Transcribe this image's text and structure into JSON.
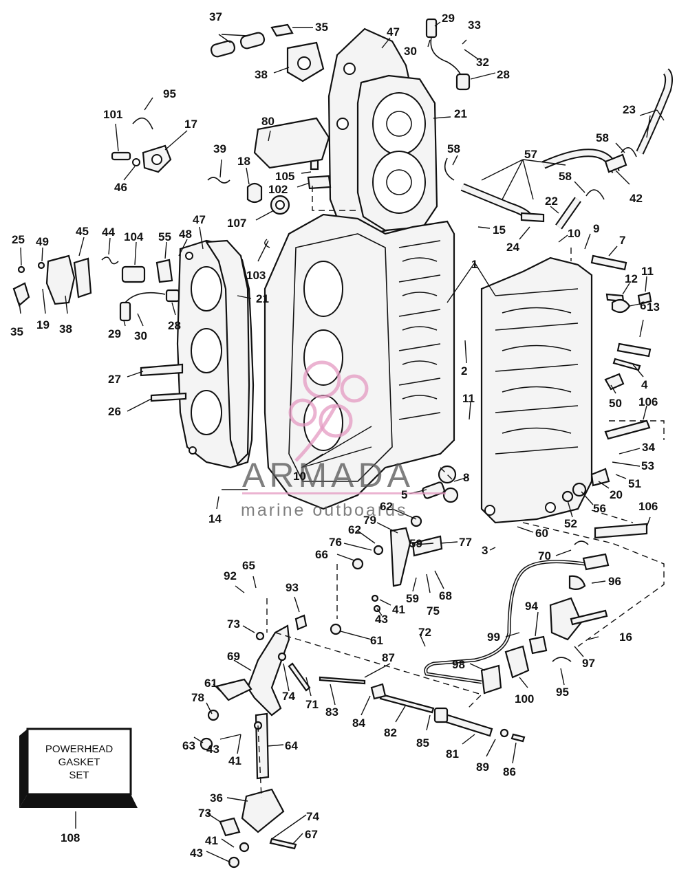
{
  "watermark": {
    "brand": "ARMADA",
    "tagline": "marine outboards",
    "logo_color": "#e49ac2"
  },
  "gasket_box": {
    "line1": "POWERHEAD",
    "line2": "GASKET",
    "line3": "SET"
  },
  "callouts": {
    "c37": "37",
    "c35a": "35",
    "c47a": "47",
    "c29a": "29",
    "c33": "33",
    "c30a": "30",
    "c32": "32",
    "c28a": "28",
    "c38a": "38",
    "c95a": "95",
    "c101": "101",
    "c17": "17",
    "c46": "46",
    "c80": "80",
    "c21a": "21",
    "c39": "39",
    "c18": "18",
    "c105": "105",
    "c102": "102",
    "c107": "107",
    "c23": "23",
    "c58a": "58",
    "c58b": "58",
    "c57": "57",
    "c58c": "58",
    "c42": "42",
    "c22": "22",
    "c15": "15",
    "c24": "24",
    "c10a": "10",
    "c9": "9",
    "c7": "7",
    "c25": "25",
    "c49": "49",
    "c45": "45",
    "c44": "44",
    "c104": "104",
    "c55": "55",
    "c48": "48",
    "c47b": "47",
    "c103": "103",
    "c1": "1",
    "c11a": "11",
    "c12": "12",
    "c35b": "35",
    "c19": "19",
    "c38b": "38",
    "c21b": "21",
    "c13": "13",
    "c29b": "29",
    "c30b": "30",
    "c28b": "28",
    "c6": "6",
    "c2": "2",
    "c27": "27",
    "c4": "4",
    "c11b": "11",
    "c50": "50",
    "c106a": "106",
    "c26": "26",
    "c34": "34",
    "c53": "53",
    "c51": "51",
    "c10b": "10",
    "c8": "8",
    "c20": "20",
    "c5": "5",
    "c56": "56",
    "c52": "52",
    "c14": "14",
    "c62a": "62",
    "c106b": "106",
    "c79": "79",
    "c62b": "62",
    "c60": "60",
    "c76": "76",
    "c59a": "59",
    "c77": "77",
    "c3": "3",
    "c66": "66",
    "c70": "70",
    "c65": "65",
    "c92": "92",
    "c93": "93",
    "c59b": "59",
    "c68": "68",
    "c96": "96",
    "c41a": "41",
    "c75": "75",
    "c43a": "43",
    "c94": "94",
    "c73a": "73",
    "c72": "72",
    "c99": "99",
    "c16": "16",
    "c61a": "61",
    "c69": "69",
    "c87": "87",
    "c97": "97",
    "c98": "98",
    "c61b": "61",
    "c74a": "74",
    "c71": "71",
    "c95b": "95",
    "c100": "100",
    "c78": "78",
    "c83": "83",
    "c84": "84",
    "c82": "82",
    "c85": "85",
    "c63": "63",
    "c43b": "43",
    "c64": "64",
    "c41b": "41",
    "c81": "81",
    "c89": "89",
    "c86": "86",
    "c36": "36",
    "c74b": "74",
    "c73b": "73",
    "c67": "67",
    "c108": "108",
    "c41c": "41",
    "c43c": "43"
  }
}
